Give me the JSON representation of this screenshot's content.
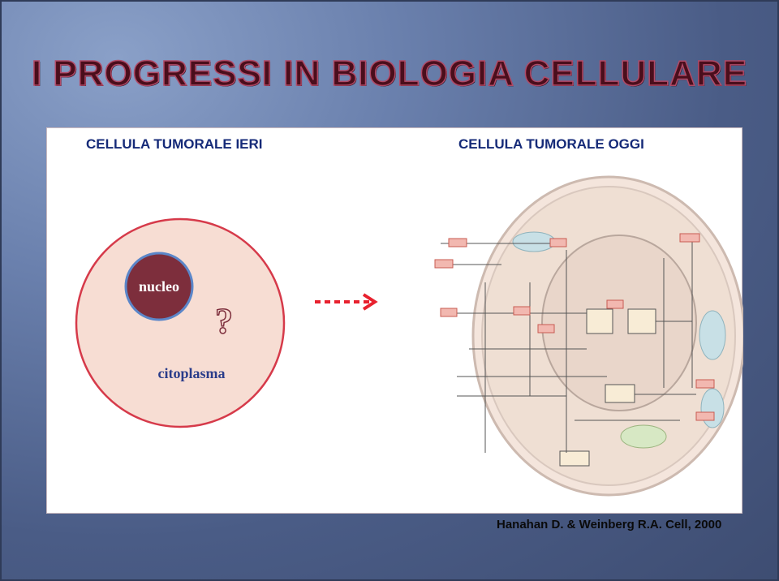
{
  "title": "I PROGRESSI IN BIOLOGIA CELLULARE",
  "left_panel": {
    "heading": "CELLULA TUMORALE IERI",
    "nucleus_label": "nucleo",
    "cytoplasm_label": "citoplasma",
    "question_mark": "?"
  },
  "right_panel": {
    "heading": "CELLULA TUMORALE OGGI"
  },
  "citation": "Hanahan D. & Weinberg R.A. Cell, 2000",
  "colors": {
    "title": "#4a0e1c",
    "heading": "#152a78",
    "cell_fill": "#f7ddd3",
    "cell_border": "#d63a4a",
    "nucleus_fill": "#7d2e3c",
    "arrow": "#e8212e"
  }
}
